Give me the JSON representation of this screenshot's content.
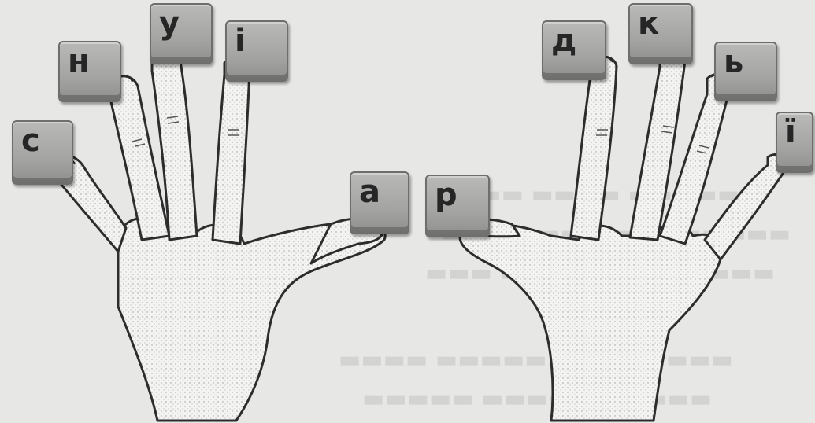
{
  "left_hand_keys": [
    "с",
    "н",
    "у",
    "і",
    "а"
  ],
  "right_hand_keys": [
    "р",
    "д",
    "к",
    "ь",
    "ї"
  ],
  "colors": {
    "paper": "#e7e7e5",
    "key_face": "#a9a9a7",
    "key_text": "#262626",
    "hand_fill": "#f2f2f0",
    "hand_outline": "#2d2d2d"
  }
}
